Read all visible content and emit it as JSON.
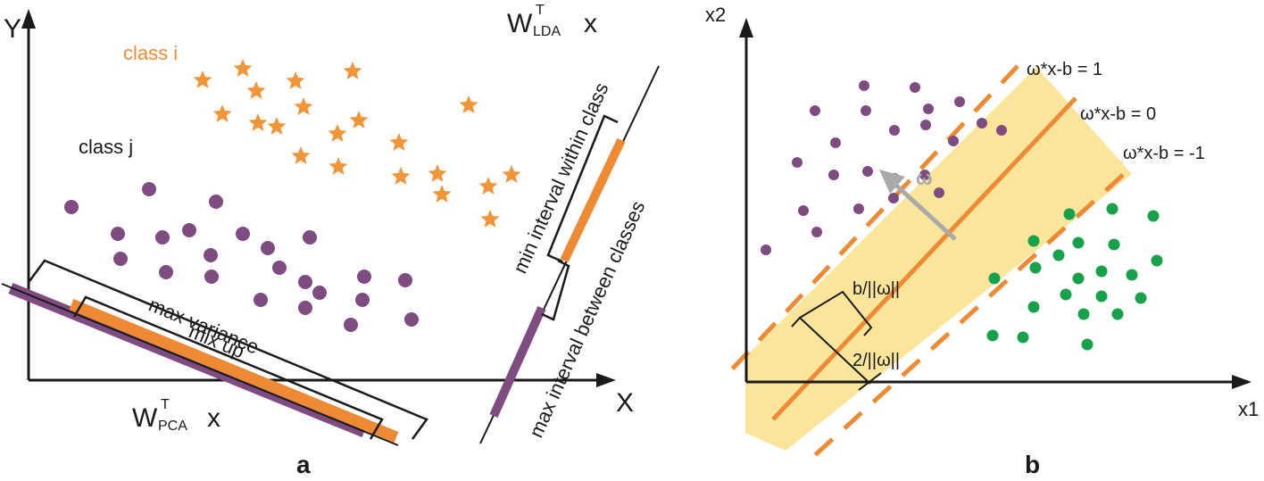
{
  "colors": {
    "class_i": "#f0953a",
    "class_j": "#7e4c81",
    "class_green": "#16a14a",
    "orange_bar": "#ee8a34",
    "purple_bar": "#7e4c81",
    "margin_fill": "#fae59b",
    "margin_line": "#ee8a34",
    "normal_arrow": "#aaaaaa",
    "axis": "#1a1a1a"
  },
  "panel_a": {
    "caption": "a",
    "y_axis_label": "Y",
    "x_axis_label": "X",
    "class_i_label": "class i",
    "class_j_label": "class j",
    "lda_proj": {
      "base": "W",
      "sup": "T",
      "sub": "LDA",
      "var": "x"
    },
    "pca_proj": {
      "base": "W",
      "sup": "T",
      "sub": "PCA",
      "var": "x"
    },
    "max_variance_label": "max variance",
    "mix_up_label": "mix up",
    "min_within_label": "min interval  within class",
    "max_between_label": "max interval between  classes",
    "class_i_marker": "star",
    "class_j_marker": "dot"
  },
  "panel_b": {
    "caption": "b",
    "x_axis_label": "x1",
    "y_axis_label": "x2",
    "upper_margin_label": "ω*x-b = 1",
    "hyperplane_label": "ω*x-b = 0",
    "lower_margin_label": "ω*x-b = -1",
    "normal_label": "ω",
    "offset_label": "b/||ω||",
    "width_label": "2/||ω||"
  }
}
